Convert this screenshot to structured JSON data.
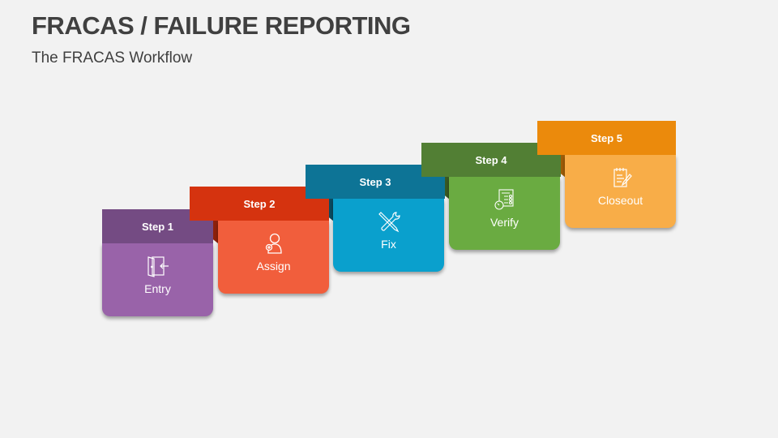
{
  "header": {
    "title": "FRACAS / FAILURE REPORTING",
    "subtitle": "The FRACAS Workflow"
  },
  "steps": [
    {
      "step": "Step 1",
      "label": "Entry",
      "icon": "door-enter-icon",
      "band_color": "#744b83",
      "card_color": "#9963a9",
      "fold_color": "#4f2f5a"
    },
    {
      "step": "Step 2",
      "label": "Assign",
      "icon": "add-user-icon",
      "band_color": "#d5330f",
      "card_color": "#f15e3c",
      "fold_color": "#8e210c"
    },
    {
      "step": "Step 3",
      "label": "Fix",
      "icon": "tools-icon",
      "band_color": "#0d7496",
      "card_color": "#0aa0cd",
      "fold_color": "#0b4b61"
    },
    {
      "step": "Step 4",
      "label": "Verify",
      "icon": "checklist-clock-icon",
      "band_color": "#527f34",
      "card_color": "#6aab41",
      "fold_color": "#3a5a24"
    },
    {
      "step": "Step 5",
      "label": "Closeout",
      "icon": "notepad-pen-icon",
      "band_color": "#eb8a0c",
      "card_color": "#f8ad48",
      "fold_color": "#a05d08"
    }
  ]
}
